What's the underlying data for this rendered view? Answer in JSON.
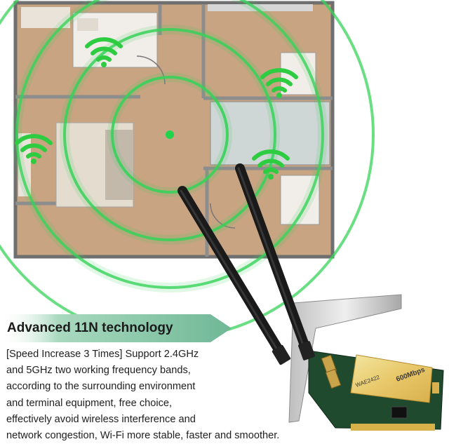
{
  "banner": {
    "title": "Advanced 11N technology"
  },
  "description": {
    "lines": [
      "[Speed Increase 3 Times] Support 2.4GHz",
      "and 5GHz two working frequency bands,",
      "according to the surrounding environment",
      "and terminal equipment, free choice,",
      "effectively avoid wireless interference and",
      "network congestion, Wi-Fi more stable, faster and smoother."
    ]
  },
  "card_label": {
    "speed": "600Mbps",
    "model": "WAE2422"
  },
  "colors": {
    "signal_green": "#37d35a",
    "floor_wood": "#c9a482",
    "wall_gray": "#8d8d8d",
    "banner_teal": "#7fbf9e",
    "antenna_black": "#1a1a1a",
    "pcb_green": "#1f4a2e"
  }
}
